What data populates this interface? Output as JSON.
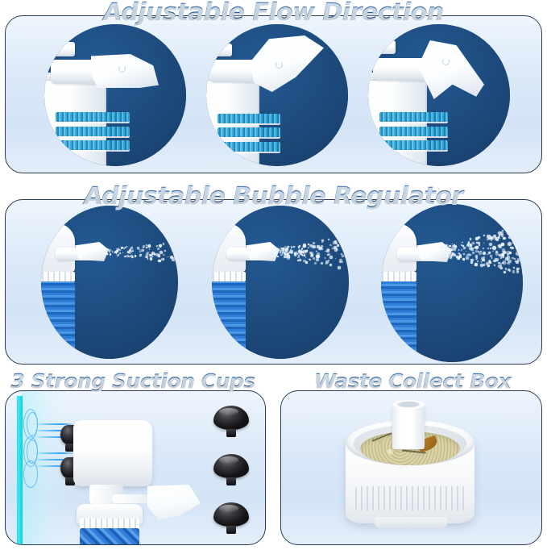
{
  "document": {
    "type": "product-feature-infographic",
    "subject": "aquarium filter accessories",
    "background_color": "#ffffff"
  },
  "theme": {
    "title_color": "#174d82",
    "panel_background": "#dbe9f8",
    "panel_border": "#2b3d52",
    "photo_background_navy": "#1d4a7c",
    "bubble_color": "#e9f4ff",
    "glass_cyan": "#2fe3ef",
    "suction_cup_black": "#101013",
    "media_blue": "#2f7fd8",
    "debris_beige": "#ded6ab"
  },
  "sections": [
    {
      "id": "flow-direction",
      "title": "Adjustable Flow Direction",
      "layout": "three-circle-photos",
      "photos": [
        {
          "id": "flow-horizontal",
          "caption_alt": "Outlet vane set straight / horizontal flow",
          "vane_angle_deg": 0
        },
        {
          "id": "flow-upward",
          "caption_alt": "Outlet vane angled upward",
          "vane_angle_deg": -32
        },
        {
          "id": "flow-downward",
          "caption_alt": "Outlet vane angled downward",
          "vane_angle_deg": 28
        }
      ]
    },
    {
      "id": "bubble-regulator",
      "title": "Adjustable Bubble Regulator",
      "layout": "three-circle-photos",
      "photos": [
        {
          "id": "bubbles-low",
          "caption_alt": "Low bubble output",
          "bubble_level": 1,
          "bubble_count": 120
        },
        {
          "id": "bubbles-medium",
          "caption_alt": "Medium bubble output",
          "bubble_level": 2,
          "bubble_count": 180
        },
        {
          "id": "bubbles-high",
          "caption_alt": "High bubble output",
          "bubble_level": 3,
          "bubble_count": 240
        }
      ]
    },
    {
      "id": "suction-cups",
      "title": "3 Strong Suction Cups",
      "layout": "product-photo-with-parts",
      "parts_count": 3,
      "parts_label_alt": "black rubber suction cup",
      "glass_label_alt": "aquarium glass pane with suction force waves"
    },
    {
      "id": "waste-collect-box",
      "title": "Waste Collect Box",
      "layout": "single-product-photo",
      "photo_alt": "white round waste collection cup filled with collected debris and a leaf"
    }
  ]
}
